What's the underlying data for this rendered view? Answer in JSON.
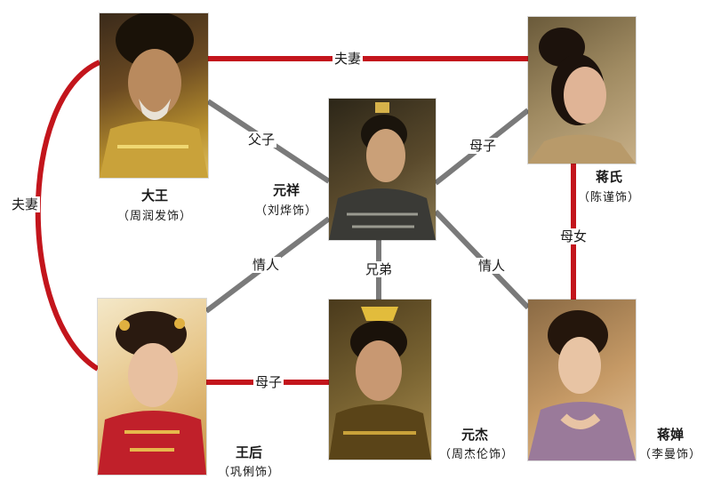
{
  "colors": {
    "spouse_line": "#c3151c",
    "family_line": "#c3151c",
    "lover_line": "#7a7a7a",
    "sibling_line": "#7a7a7a"
  },
  "people": {
    "king": {
      "name": "大王",
      "actor": "（周润发饰）"
    },
    "jiang": {
      "name": "蒋氏",
      "actor": "（陈谨饰）"
    },
    "yuanxiang": {
      "name": "元祥",
      "actor": "（刘烨饰）"
    },
    "queen": {
      "name": "王后",
      "actor": "（巩俐饰）"
    },
    "yuanjie": {
      "name": "元杰",
      "actor": "（周杰伦饰）"
    },
    "jiangchan": {
      "name": "蒋婵",
      "actor": "（李曼饰）"
    }
  },
  "relations": {
    "king_jiang": "夫妻",
    "king_queen": "夫妻",
    "king_yuanxiang": "父子",
    "jiang_yuanxiang": "母子",
    "jiang_jiangchan": "母女",
    "yuanxiang_queen": "情人",
    "yuanxiang_yuanjie": "兄弟",
    "yuanxiang_jiangchan": "情人",
    "queen_yuanjie": "母子"
  }
}
